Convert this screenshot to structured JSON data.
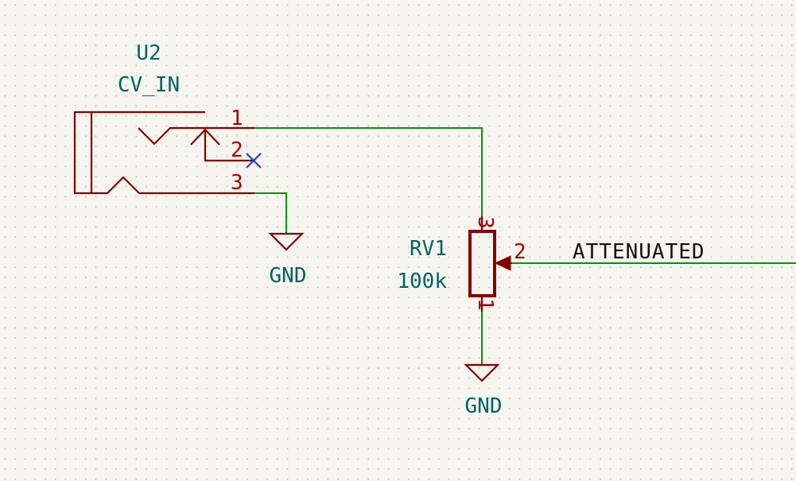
{
  "schematic": {
    "jack": {
      "ref": "U2",
      "value": "CV_IN",
      "pin_tip": "1",
      "pin_switch": "2",
      "pin_sleeve": "3"
    },
    "pot": {
      "ref": "RV1",
      "value": "100k",
      "pin_top": "3",
      "pin_wiper": "2",
      "pin_bottom": "1"
    },
    "power": {
      "gnd_jack": "GND",
      "gnd_pot": "GND"
    },
    "net_label": "ATTENUATED"
  },
  "colors": {
    "symbol": "#840000",
    "wire": "#009600",
    "reference_text": "#006464",
    "pin_number": "#a90000",
    "no_connect": "#1f3fbf",
    "background": "#f5f4ef"
  }
}
